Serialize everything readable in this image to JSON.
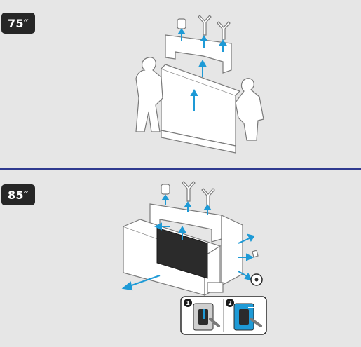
{
  "sections": [
    {
      "badge": "75″"
    },
    {
      "badge": "85″"
    }
  ],
  "steps": [
    "1",
    "2"
  ],
  "colors": {
    "background": "#e6e6e6",
    "divider": "#2f3a8f",
    "badge": "#262626",
    "arrow": "#1e9ad6",
    "outline": "#7a7a7a"
  }
}
